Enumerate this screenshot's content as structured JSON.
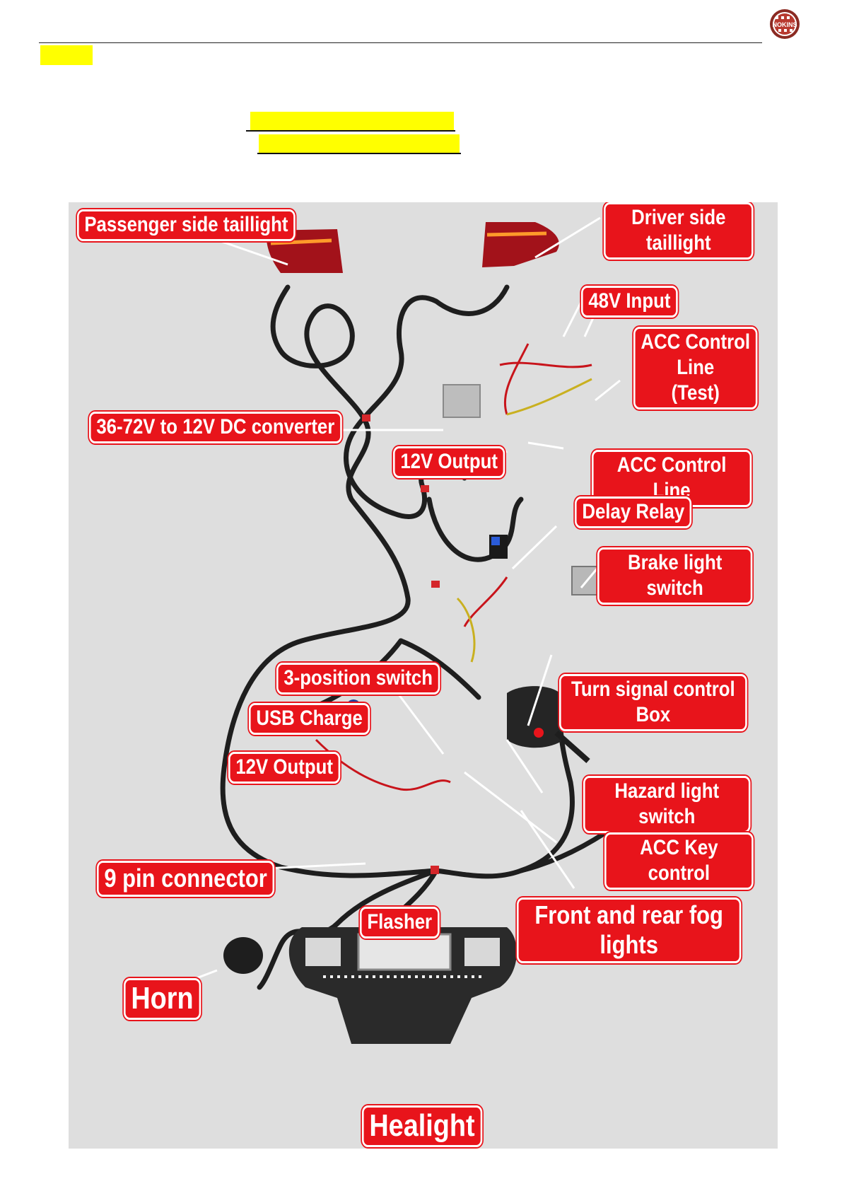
{
  "colors": {
    "label_bg": "#e8141b",
    "label_text": "#ffffff",
    "highlight": "#ffff00",
    "photo_bg": "#dedede",
    "wire": "#1e1e1e"
  },
  "logo": {
    "text": "NOKINS"
  },
  "labels": {
    "passenger_taillight": "Passenger side taillight",
    "driver_taillight": "Driver side taillight",
    "input_48v": "48V Input",
    "acc_control_test": "ACC Control Line\n(Test)",
    "dc_converter": "36-72V  to 12V DC converter",
    "output_12v_top": "12V Output",
    "acc_control_line": "ACC Control Line",
    "delay_relay": "Delay Relay",
    "brake_switch": "Brake light switch",
    "three_position_switch": "3-position switch",
    "turn_signal_box": "Turn signal control Box",
    "usb_charge": "USB Charge",
    "output_12v_bottom": "12V Output",
    "hazard_switch": "Hazard light switch",
    "acc_key_control": "ACC Key control",
    "nine_pin_connector": "9 pin connector",
    "flasher": "Flasher",
    "fog_lights": "Front and rear fog lights",
    "horn": "Horn",
    "headlight": "Healight"
  }
}
